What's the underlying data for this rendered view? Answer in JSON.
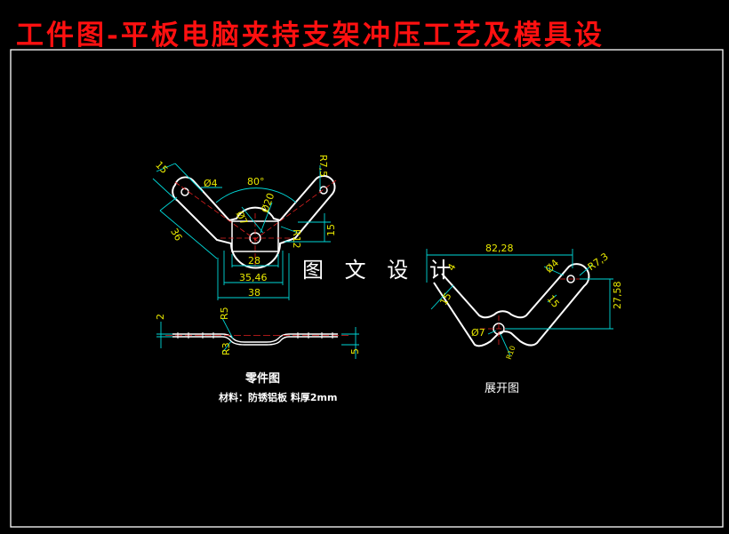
{
  "title": "工件图-平板电脑夹持支架冲压工艺及模具设",
  "watermark": "图 文 设 计",
  "colors": {
    "background": "#000000",
    "title": "#ff1010",
    "outline": "#ffffff",
    "dimension": "#00d8d8",
    "dim_text": "#e8e800",
    "centerline": "#e02020",
    "border": "#ffffff"
  },
  "part_view": {
    "caption": "零件图",
    "material": "材料：防锈铝板   料厚2mm",
    "dims": {
      "angle": "80°",
      "d4": "Ø4",
      "d7": "Ø7",
      "d20": "Ø20",
      "r75": "R7,5",
      "r12": "R12",
      "l15a": "15",
      "l36": "36",
      "l15b": "15",
      "l28": "28",
      "l3546": "35,46",
      "l38": "38"
    },
    "side_dims": {
      "t2": "2",
      "r5": "R5",
      "r3": "R3",
      "h5": "5"
    }
  },
  "unfold_view": {
    "caption": "展开图",
    "dims": {
      "l8228": "82,28",
      "d4": "Ø4",
      "r73": "R7,3",
      "l15a": "15",
      "l15b": "15",
      "l2758": "27,58",
      "d7": "Ø7",
      "r10": "R10",
      "n4": "4"
    }
  }
}
